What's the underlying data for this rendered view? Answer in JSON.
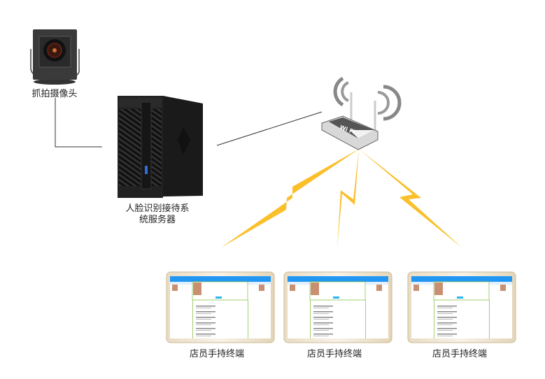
{
  "nodes": {
    "camera": {
      "label": "抓拍摄像头"
    },
    "server": {
      "label_line1": "人脸识别接待系",
      "label_line2": "统服务器"
    },
    "router": {
      "badge": "Wi Fi"
    },
    "terminals": [
      {
        "label": "店员手持终端"
      },
      {
        "label": "店员手持终端"
      },
      {
        "label": "店员手持终端"
      }
    ]
  },
  "colors": {
    "wireless": "#FBBF2A",
    "wire": "#333333",
    "tablet_header": "#2196F3",
    "tablet_highlight": "#8BC34A"
  }
}
